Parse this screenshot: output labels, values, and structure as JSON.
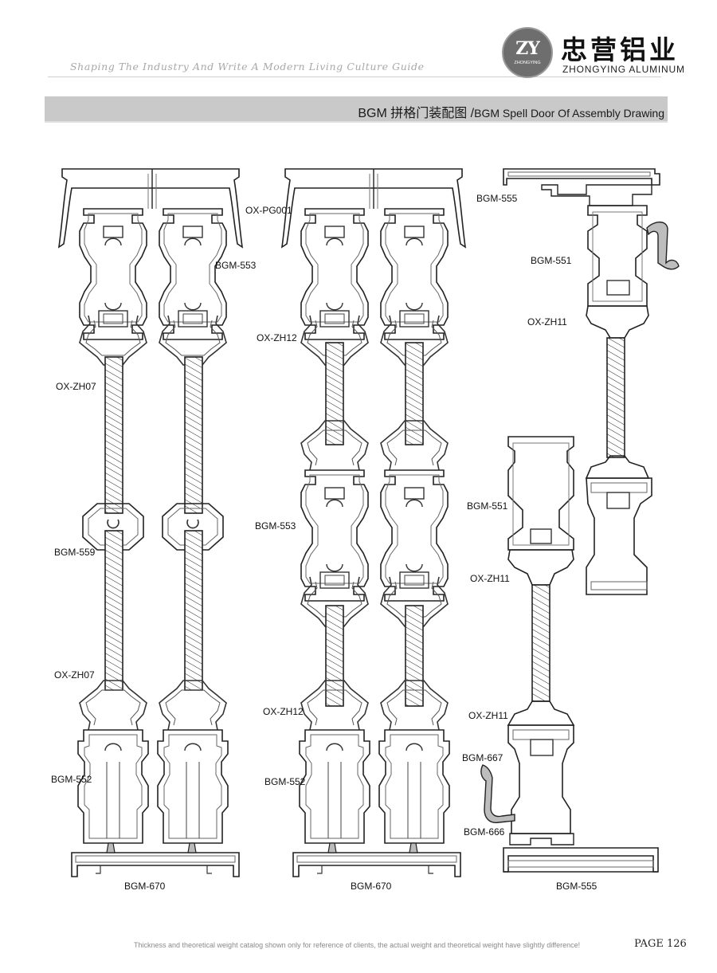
{
  "header": {
    "tagline": "Shaping The Industry And Write A Modern Living Culture Guide",
    "logo_mark": "ZY",
    "logo_sub": "ZHONGYING",
    "brand_cn": "忠营铝业",
    "brand_en": "ZHONGYING  ALUMINUM"
  },
  "title": {
    "cn": "BGM 拼格门装配图 /",
    "en": "BGM Spell Door Of Assembly Drawing"
  },
  "labels": {
    "ox_pg001": "OX-PG001",
    "bgm_553_a": "BGM-553",
    "ox_zh12_a": "OX-ZH12",
    "ox_zh07_a": "OX-ZH07",
    "bgm_559": "BGM-559",
    "bgm_553_b": "BGM-553",
    "ox_zh07_b": "OX-ZH07",
    "ox_zh12_b": "OX-ZH12",
    "bgm_552_a": "BGM-552",
    "bgm_552_b": "BGM-552",
    "bgm_670_a": "BGM-670",
    "bgm_670_b": "BGM-670",
    "bgm_555_a": "BGM-555",
    "bgm_551_a": "BGM-551",
    "ox_zh11_a": "OX-ZH11",
    "bgm_551_b": "BGM-551",
    "ox_zh11_b": "OX-ZH11",
    "ox_zh11_c": "OX-ZH11",
    "bgm_667": "BGM-667",
    "bgm_666": "BGM-666",
    "bgm_555_b": "BGM-555"
  },
  "footer": {
    "note": "Thickness and theoretical weight catalog shown only for reference of clients, the actual weight and theoretical weight have slightly difference!",
    "page": "PAGE  126"
  }
}
